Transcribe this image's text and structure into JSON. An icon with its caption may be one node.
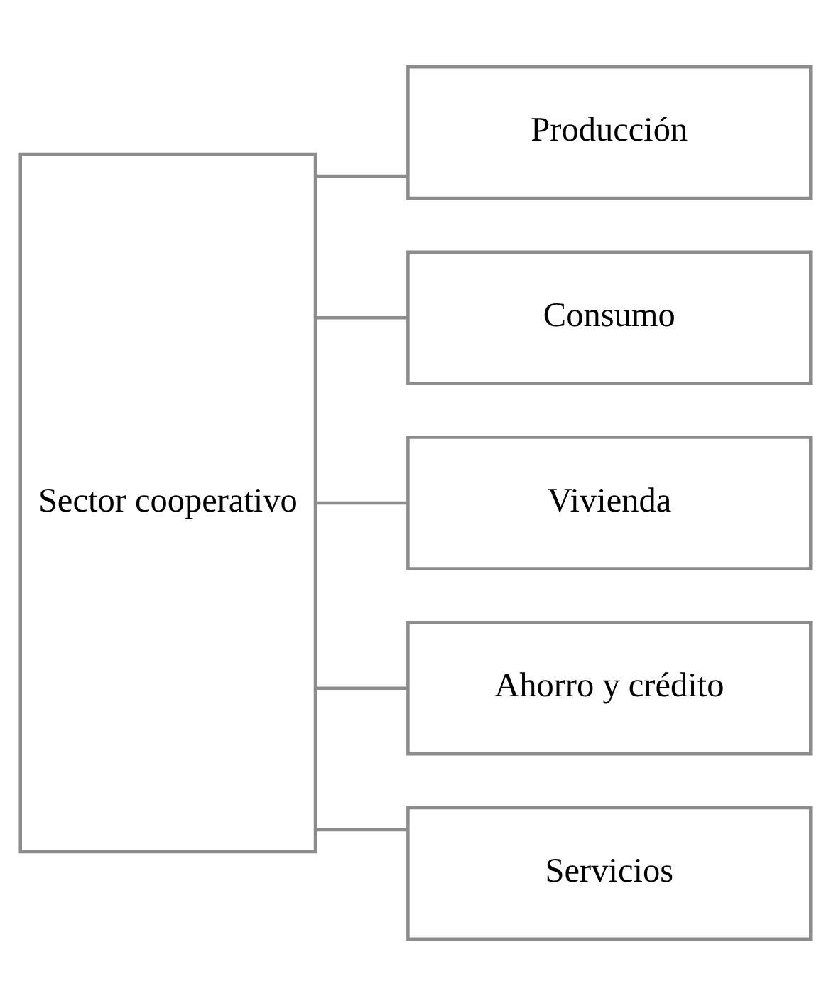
{
  "diagram": {
    "nodes": [
      {
        "text": [
          "Sector cooperativo"
        ]
      },
      {
        "text": [
          "Producción"
        ]
      },
      {
        "text": [
          "Consumo"
        ]
      },
      {
        "text": [
          "Vivienda"
        ]
      },
      {
        "text": [
          "Ahorro y crédito"
        ]
      },
      {
        "text": [
          "Servicios"
        ]
      }
    ],
    "edges": [
      {
        "from": 0,
        "to": 1,
        "arrow": "none"
      },
      {
        "from": 0,
        "to": 2,
        "arrow": "none"
      },
      {
        "from": 0,
        "to": 3,
        "arrow": "none"
      },
      {
        "from": 0,
        "to": 4,
        "arrow": "none"
      },
      {
        "from": 0,
        "to": 5,
        "arrow": "none"
      }
    ]
  }
}
